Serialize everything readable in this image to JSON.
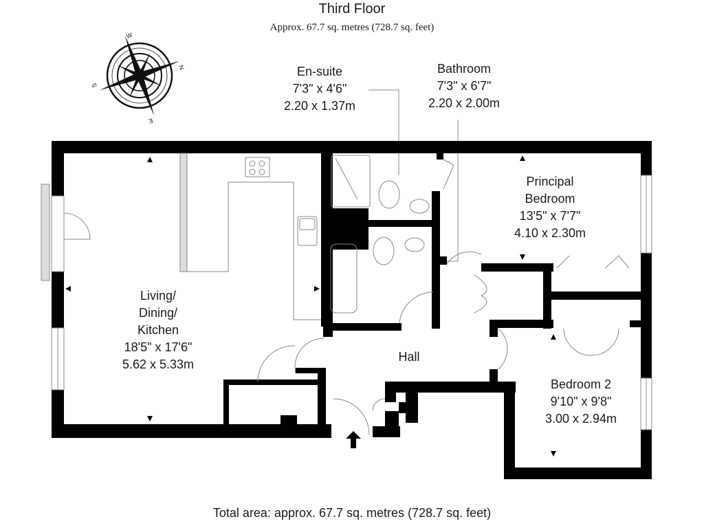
{
  "header": {
    "title": "Third Floor",
    "subtitle": "Approx. 67.7 sq. metres (728.7 sq. feet)"
  },
  "compass": {
    "icon": "compass-rose-icon",
    "labels": [
      "W",
      "N",
      "E",
      "S"
    ]
  },
  "rooms": {
    "ensuite": {
      "name": "En-suite",
      "imperial": "7'3\" x 4'6\"",
      "metric": "2.20 x 1.37m"
    },
    "bathroom": {
      "name": "Bathroom",
      "imperial": "7'3\" x 6'7\"",
      "metric": "2.20 x 2.00m"
    },
    "principal_bedroom": {
      "name_line1": "Principal",
      "name_line2": "Bedroom",
      "imperial": "13'5\" x 7'7\"",
      "metric": "4.10 x 2.30m"
    },
    "living": {
      "name_line1": "Living/",
      "name_line2": "Dining/",
      "name_line3": "Kitchen",
      "imperial": "18'5\" x 17'6\"",
      "metric": "5.62 x 5.33m"
    },
    "hall": {
      "name": "Hall"
    },
    "bedroom2": {
      "name": "Bedroom 2",
      "imperial": "9'10\" x 9'8\"",
      "metric": "3.00 x 2.94m"
    }
  },
  "footer": {
    "total_area": "Total area: approx. 67.7 sq. metres (728.7 sq. feet)"
  },
  "colors": {
    "wall": "#000000",
    "line": "#888888",
    "background": "#ffffff"
  }
}
